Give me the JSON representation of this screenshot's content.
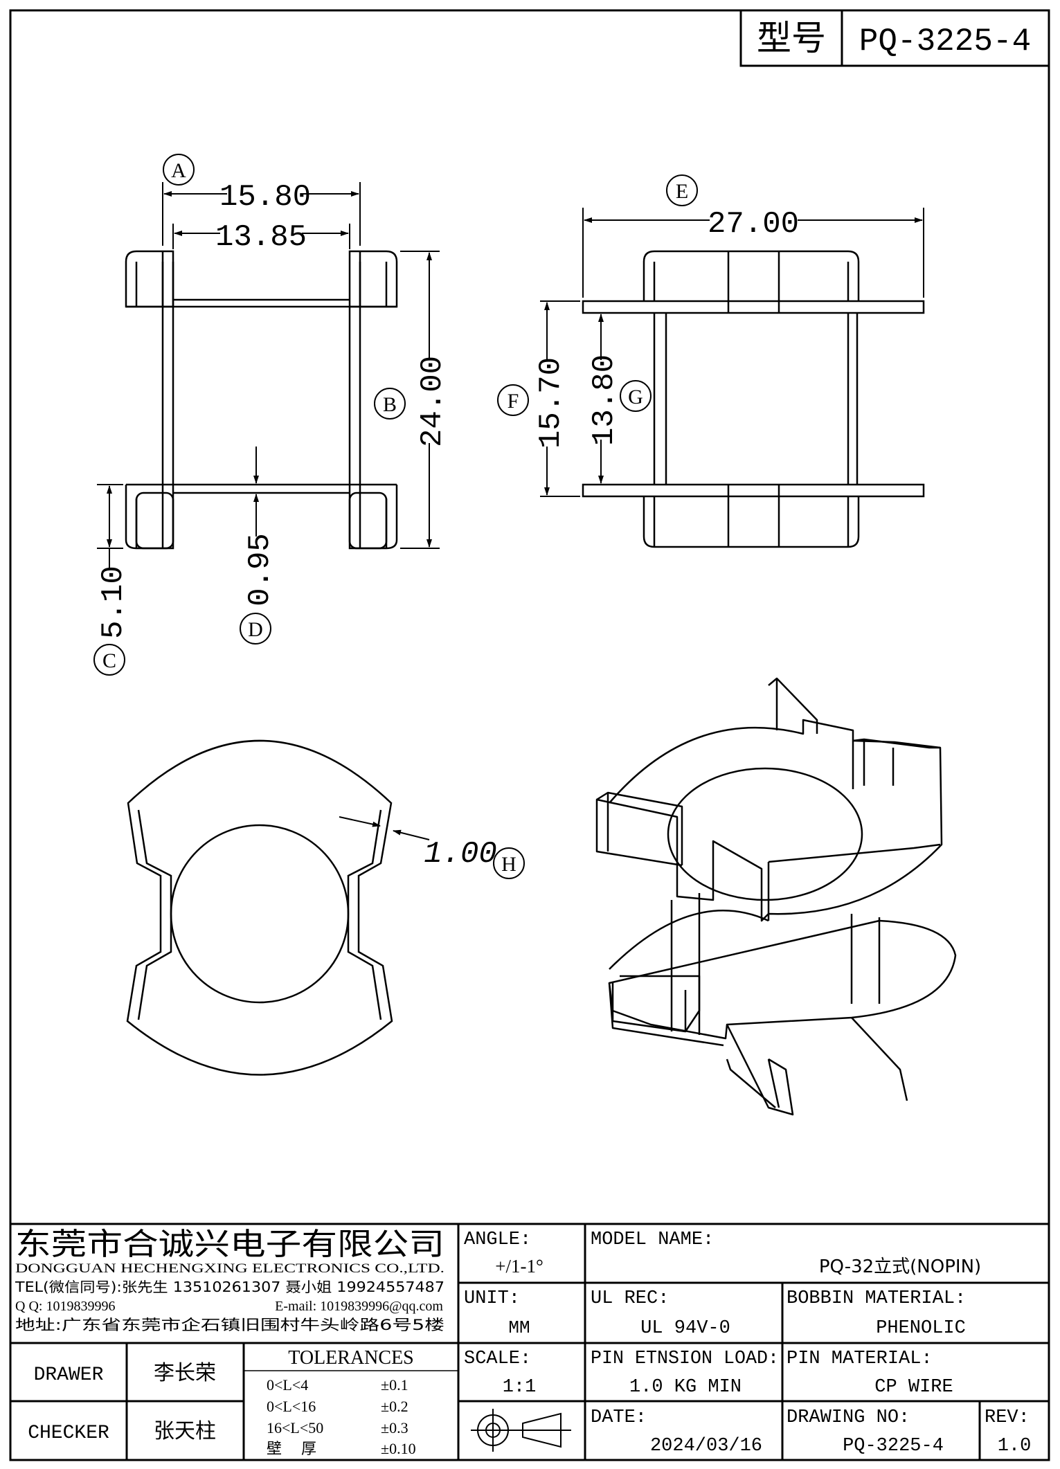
{
  "title_block": {
    "model_label": "型号",
    "model_value": "PQ-3225-4"
  },
  "views": {
    "front_view": {
      "dim_a": {
        "tag": "A",
        "value": "15.80"
      },
      "dim_a_inner": {
        "value": "13.85"
      },
      "dim_b": {
        "tag": "B",
        "value": "24.00"
      },
      "dim_c": {
        "tag": "C",
        "value": "5.10"
      },
      "dim_d": {
        "tag": "D",
        "value": "0.95"
      }
    },
    "side_view": {
      "dim_e": {
        "tag": "E",
        "value": "27.00"
      },
      "dim_f": {
        "tag": "F",
        "value": "15.70"
      },
      "dim_g": {
        "tag": "G",
        "value": "13.80"
      }
    },
    "top_view": {
      "dim_h": {
        "tag": "H",
        "value": "1.00"
      }
    }
  },
  "company": {
    "name_cn": "东莞市合诚兴电子有限公司",
    "name_en": "DONGGUAN HECHENGXING ELECTRONICS CO.,LTD.",
    "tel": "TEL(微信同号):张先生 13510261307 聂小姐 19924557487",
    "qq": "Q Q: 1019839996",
    "email": "E-mail: 1019839996@qq.com",
    "address": "地址:广东省东莞市企石镇旧围村牛头岭路6号5楼"
  },
  "fields": {
    "angle_label": "ANGLE:",
    "angle_value": "+/1-1°",
    "unit_label": "UNIT:",
    "unit_value": "MM",
    "scale_label": "SCALE:",
    "scale_value": "1:1",
    "model_name_label": "MODEL NAME:",
    "model_name_value": "PQ-32立式(NOPIN)",
    "ul_rec_label": "UL REC:",
    "ul_rec_value": "UL 94V-0",
    "bobbin_material_label": "BOBBIN MATERIAL:",
    "bobbin_material_value": "PHENOLIC",
    "pin_tension_label": "PIN ETNSION LOAD:",
    "pin_tension_value": "1.0 KG MIN",
    "pin_material_label": "PIN MATERIAL:",
    "pin_material_value": "CP WIRE",
    "date_label": "DATE:",
    "date_value": "2024/03/16",
    "drawing_no_label": "DRAWING NO:",
    "drawing_no_value": "PQ-3225-4",
    "rev_label": "REV:",
    "rev_value": "1.0"
  },
  "signatures": {
    "drawer_label": "DRAWER",
    "drawer_name": "李长荣",
    "checker_label": "CHECKER",
    "checker_name": "张天柱"
  },
  "tolerances": {
    "title": "TOLERANCES",
    "rows": [
      {
        "range": "0<L<4",
        "value": "±0.1"
      },
      {
        "range": "0<L<16",
        "value": "±0.2"
      },
      {
        "range": "16<L<50",
        "value": "±0.3"
      },
      {
        "range": "壁    厚",
        "value": "±0.10"
      }
    ]
  }
}
